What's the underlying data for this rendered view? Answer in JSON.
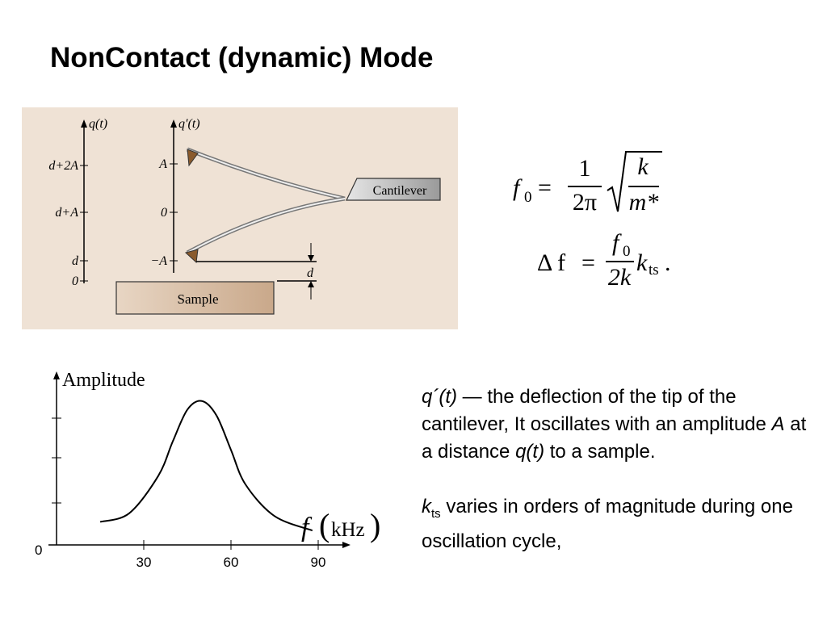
{
  "title": "NonContact (dynamic) Mode",
  "schematic": {
    "axis1_label": "q(t)",
    "axis2_label": "q′(t)",
    "ticks1": [
      "d+2A",
      "d+A",
      "d",
      "0"
    ],
    "ticks2": [
      "A",
      "0",
      "−A"
    ],
    "cantilever_label": "Cantilever",
    "sample_label": "Sample",
    "gap_label": "d"
  },
  "formulas": {
    "f0_lhs": "f",
    "f0_sub": "0",
    "eq": "=",
    "one": "1",
    "two_pi": "2π",
    "k": "k",
    "m_star": "m*",
    "delta_f": "Δ f",
    "f0_num": "f",
    "f0_num_sub": "0",
    "two_k": "2k",
    "k_ts": "k",
    "k_ts_sub": "ts",
    "period": "."
  },
  "resonance_graph": {
    "ylabel": "Amplitude",
    "xlabel_f": "f",
    "xlabel_unit": "kHz",
    "origin_label": "0",
    "x_ticks": [
      "30",
      "60",
      "90"
    ]
  },
  "chart_data": {
    "type": "line",
    "title": "",
    "xlabel": "f (kHz)",
    "ylabel": "Amplitude",
    "x": [
      15,
      25,
      35,
      40,
      45,
      50,
      55,
      60,
      65,
      75,
      88
    ],
    "y": [
      0.16,
      0.22,
      0.48,
      0.72,
      0.94,
      1.0,
      0.9,
      0.66,
      0.42,
      0.2,
      0.1
    ],
    "x_ticks": [
      30,
      60,
      90
    ],
    "xlim": [
      0,
      100
    ],
    "ylim": [
      0,
      1.15
    ],
    "grid": false
  },
  "description": {
    "p1_qprime": "q´(t)",
    "p1_a": " — the deflection of the tip of the cantilever, It oscillates with an amplitude ",
    "p1_A": "A",
    "p1_b": " at a distance ",
    "p1_qt": "q(t)",
    "p1_c": " to a sample.",
    "p2_k": "k",
    "p2_sub": "ts",
    "p2_text": " varies in orders of magnitude during one oscillation cycle,"
  }
}
